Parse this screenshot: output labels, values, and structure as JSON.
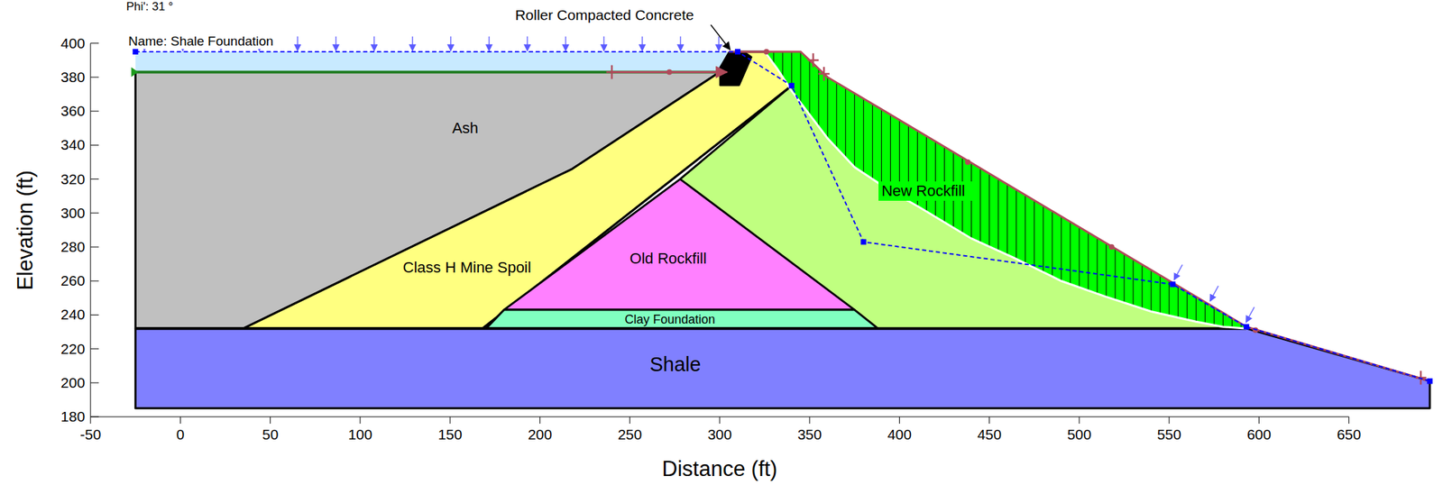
{
  "diagram": {
    "nodes": [
      {
        "text": [
          "Ash"
        ]
      },
      {
        "text": [
          "Class H Mine Spoil"
        ]
      },
      {
        "text": [
          "Old Rockfill"
        ]
      },
      {
        "text": [
          "Clay Foundation"
        ]
      },
      {
        "text": [
          "New Rockfill"
        ]
      },
      {
        "text": [
          "Shale"
        ]
      }
    ],
    "labels": [
      "Phi': 31 °",
      "Name: Shale Foundation",
      "Roller Compacted Concrete",
      "400",
      "380",
      "360",
      "340",
      "320",
      "300",
      "280",
      "260",
      "240",
      "220",
      "200",
      "180",
      "-50",
      "0",
      "50",
      "100",
      "150",
      "200",
      "250",
      "300",
      "350",
      "400",
      "450",
      "500",
      "550",
      "600",
      "650",
      "Elevation (ft)",
      "Distance (ft)"
    ]
  }
}
